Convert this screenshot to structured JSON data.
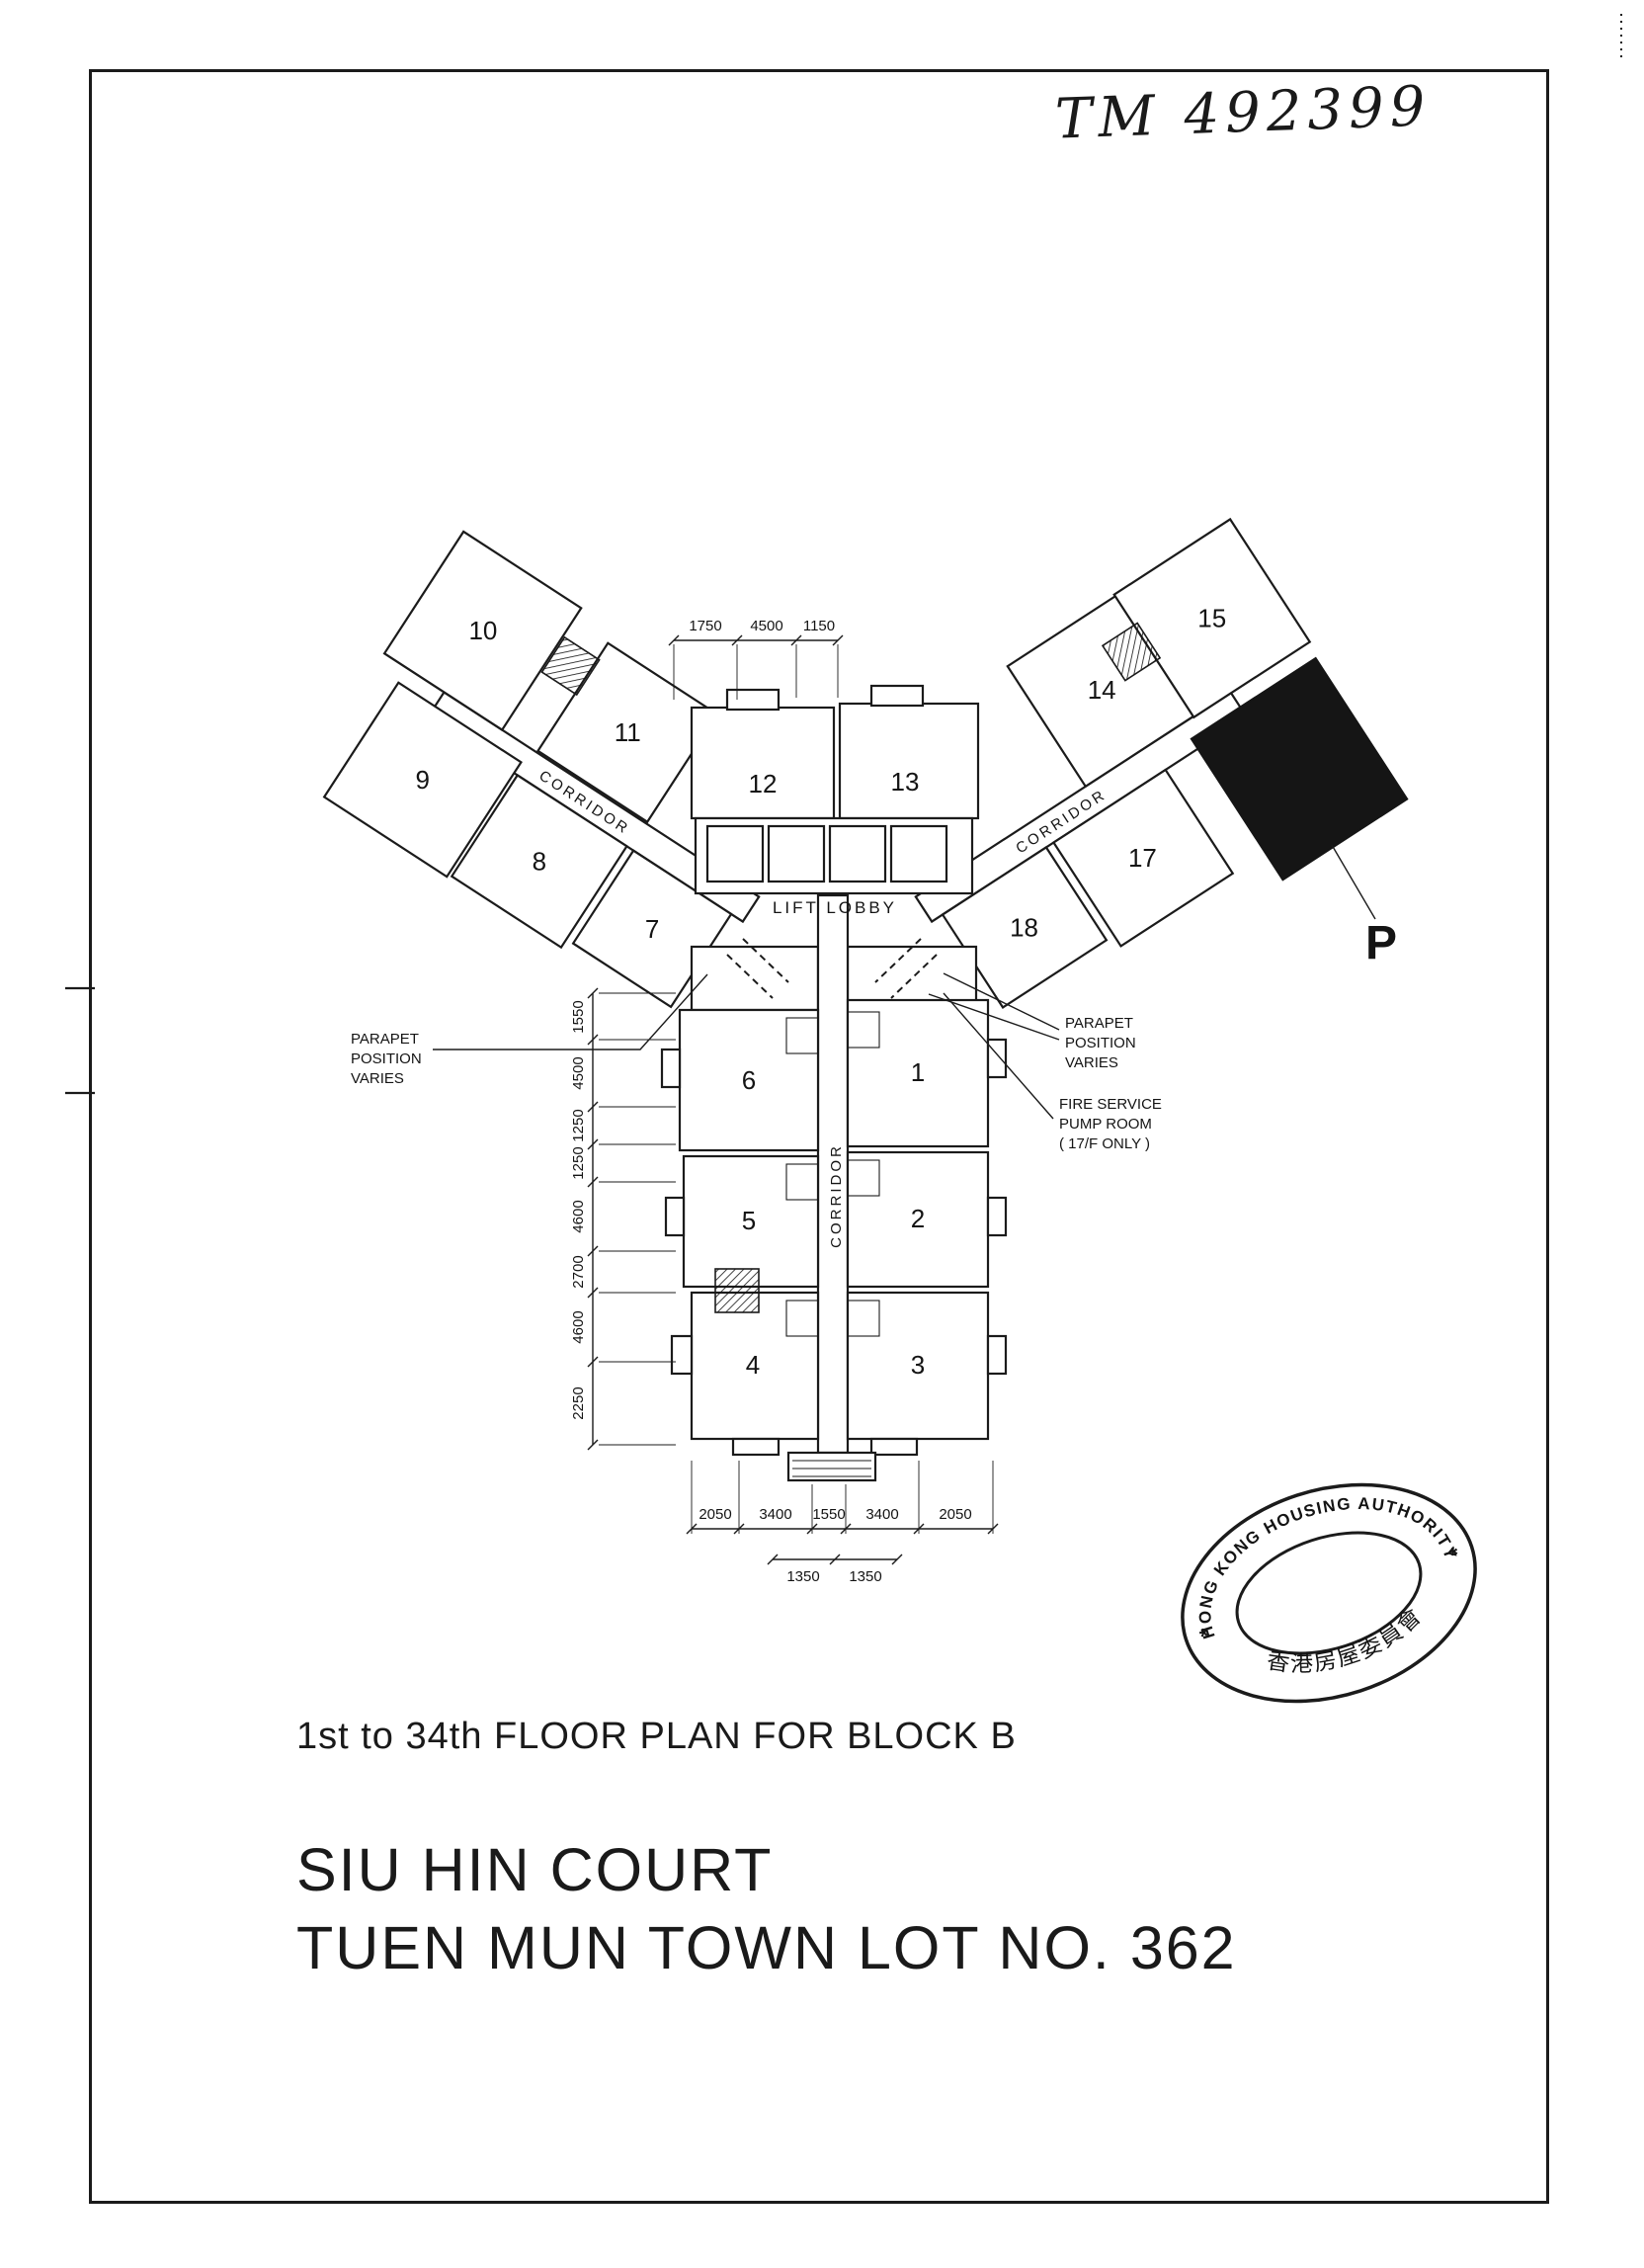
{
  "page": {
    "ref_number": "TM 492399",
    "titles": {
      "plan_title": "1st to 34th FLOOR PLAN FOR BLOCK B",
      "estate_name": "SIU HIN COURT",
      "lot_number": "TUEN MUN TOWN LOT NO. 362"
    }
  },
  "plan": {
    "lift_lobby_label": "LIFT LOBBY",
    "corridor_label": "CORRIDOR",
    "p_marker": "P",
    "units": {
      "u1": "1",
      "u2": "2",
      "u3": "3",
      "u4": "4",
      "u5": "5",
      "u6": "6",
      "u7": "7",
      "u8": "8",
      "u9": "9",
      "u10": "10",
      "u11": "11",
      "u12": "12",
      "u13": "13",
      "u14": "14",
      "u15": "15",
      "u17": "17",
      "u18": "18"
    },
    "annotations": {
      "parapet_left": [
        "PARAPET",
        "POSITION",
        "VARIES"
      ],
      "parapet_right": [
        "PARAPET",
        "POSITION",
        "VARIES"
      ],
      "fire_service": [
        "FIRE SERVICE",
        "PUMP ROOM",
        "( 17/F ONLY )"
      ]
    }
  },
  "dimensions": {
    "top": [
      "1750",
      "4500",
      "1150"
    ],
    "left": [
      "1550",
      "4500",
      "1250",
      "1250",
      "4600",
      "2700",
      "4600",
      "2250"
    ],
    "bottom": [
      "2050",
      "3400",
      "1550",
      "3400",
      "2050"
    ],
    "bottom_inner": [
      "1350",
      "1350"
    ]
  },
  "stamp": {
    "top_text": "HONG KONG HOUSING AUTHORITY",
    "bottom_text": "香港房屋委員會",
    "star": "*"
  }
}
